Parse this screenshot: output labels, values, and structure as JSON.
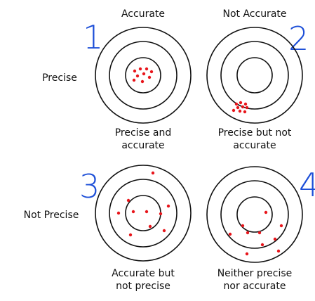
{
  "headers": {
    "col1": "Accurate",
    "col2": "Not Accurate",
    "row1": "Precise",
    "row2": "Not Precise"
  },
  "panels": [
    {
      "number": "1",
      "caption_line1": "Precise and",
      "caption_line2": "accurate"
    },
    {
      "number": "2",
      "caption_line1": "Precise but not",
      "caption_line2": "accurate"
    },
    {
      "number": "3",
      "caption_line1": "Accurate but",
      "caption_line2": "not precise"
    },
    {
      "number": "4",
      "caption_line1": "Neither precise",
      "caption_line2": "nor accurate"
    }
  ],
  "colors": {
    "ring": "#111111",
    "dot": "#e8151b",
    "number": "#1d4fd8"
  }
}
